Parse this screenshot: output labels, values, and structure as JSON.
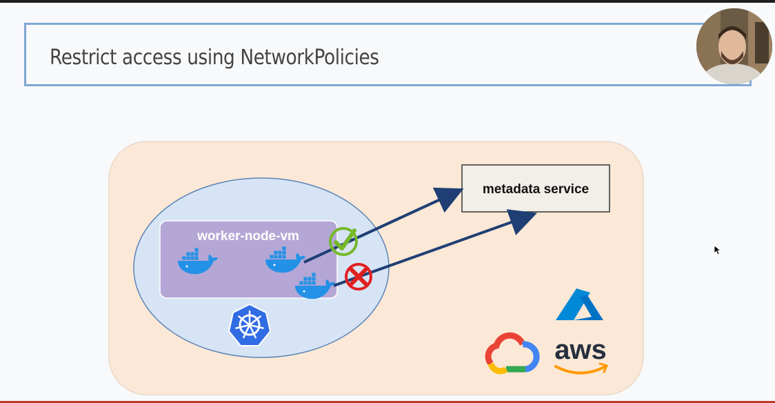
{
  "slide": {
    "title": "Restrict access using NetworkPolicies"
  },
  "diagram": {
    "vm_label": "worker-node-vm",
    "service_label": "metadata service",
    "allowed_path_status": "allowed",
    "blocked_path_status": "blocked",
    "logos": [
      "azure-logo",
      "google-cloud-logo",
      "aws-logo",
      "kubernetes-logo"
    ],
    "aws_text": "aws"
  },
  "colors": {
    "cloud_region": "#fce8d6",
    "cluster": "#d7e4f5",
    "vm": "#b4a7d6",
    "service_box": "#f2efe8",
    "arrow": "#1f3f74",
    "allowed": "#76b82a",
    "blocked": "#e02020"
  }
}
